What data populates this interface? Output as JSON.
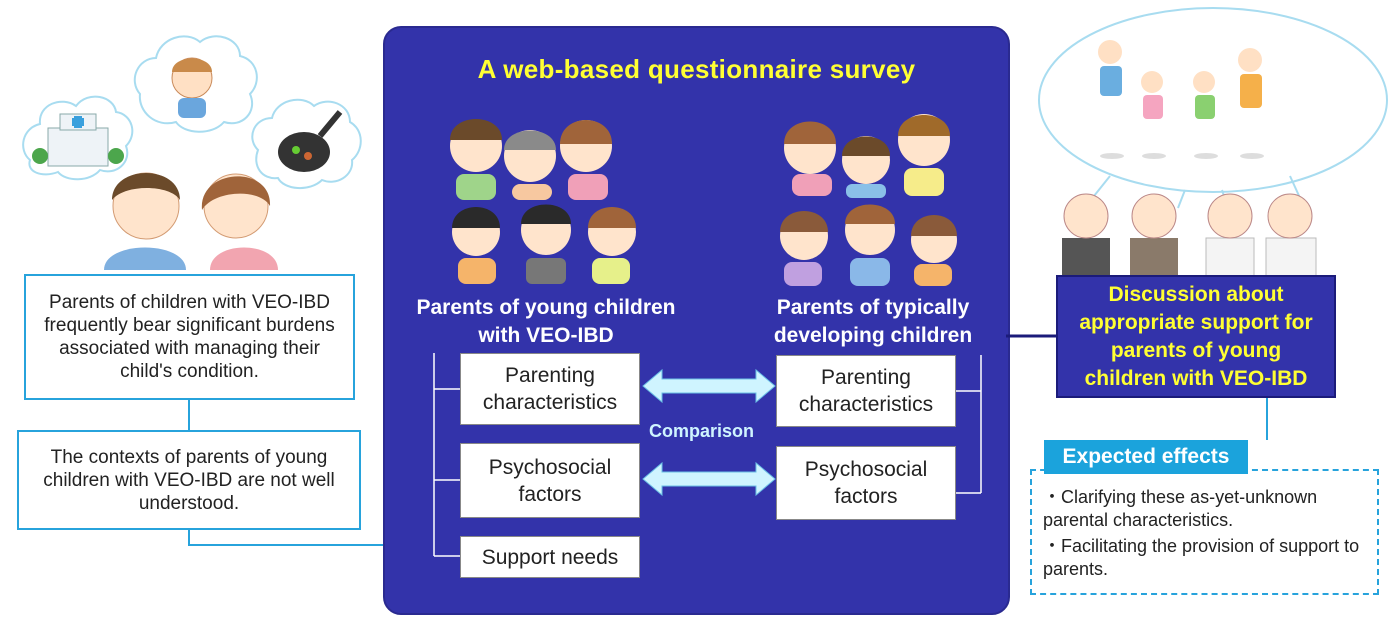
{
  "title": "A web-based questionnaire survey",
  "left": {
    "box1": "Parents of children with VEO-IBD frequently bear significant burdens associated with managing their child's condition.",
    "box2": "The contexts of parents of young children with VEO-IBD are not well understood."
  },
  "groups": {
    "veo": "Parents of young children with VEO-IBD",
    "typical": "Parents of typically developing children"
  },
  "veo_boxes": [
    "Parenting characteristics",
    "Psychosocial factors",
    "Support needs"
  ],
  "typical_boxes": [
    "Parenting characteristics",
    "Psychosocial factors"
  ],
  "comparison": "Comparison",
  "discussion": "Discussion about appropriate support for parents of young children with VEO-IBD",
  "expected_effects": {
    "title": "Expected effects",
    "items": [
      "・Clarifying these as-yet-unknown parental characteristics.",
      "・Facilitating the provision of support to parents."
    ]
  },
  "colors": {
    "panel": "#3333aa",
    "accent": "#27a3dc",
    "title_yellow": "#ffff33",
    "arrow": "#cff4ff"
  }
}
